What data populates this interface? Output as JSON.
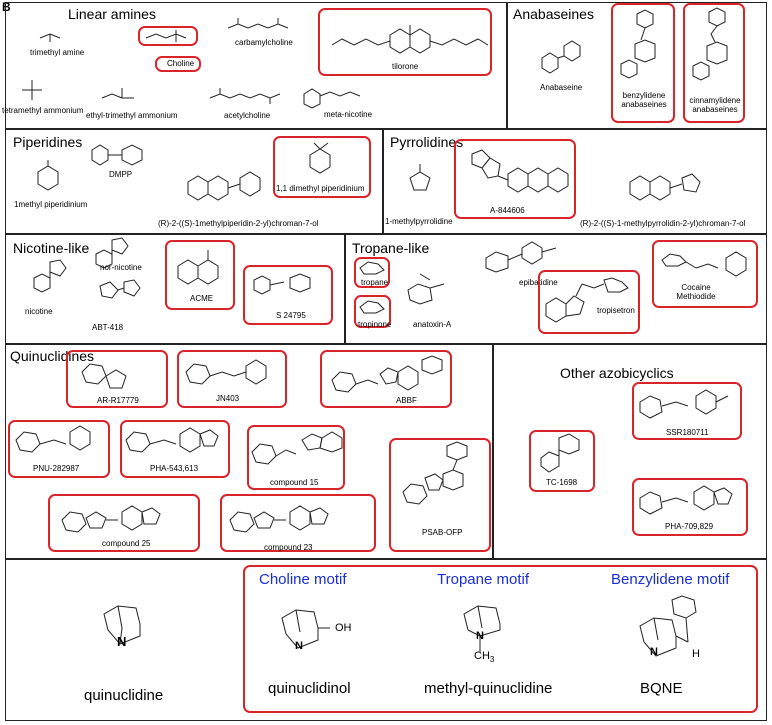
{
  "figure_label": "B",
  "sections": {
    "linear_amines": {
      "title": "Linear amines",
      "compounds": [
        "trimethyl amine",
        "Choline",
        "carbamylcholine",
        "tilorone",
        "tetramethyl ammonium",
        "ethyl-trimethyl ammonium",
        "acetylcholine",
        "meta-nicotine"
      ]
    },
    "anabaseines": {
      "title": "Anabaseines",
      "compounds": [
        "Anabaseine",
        "benzylidene anabaseines",
        "cinnamylidene anabaseines"
      ]
    },
    "piperidines": {
      "title": "Piperidines",
      "compounds": [
        "DMPP",
        "1,1 dimethyl piperidinium",
        "1methyl piperidinium",
        "(R)-2-((S)-1methylpiperidin-2-yl)chroman-7-ol"
      ]
    },
    "pyrrolidines": {
      "title": "Pyrrolidines",
      "compounds": [
        "1-methylpyrrolidine",
        "A-844606",
        "(R)-2-((S)-1-methylpyrrolidin-2-yl)chroman-7-ol"
      ]
    },
    "nicotine_like": {
      "title": "Nicotine-like",
      "compounds": [
        "nor-nicotine",
        "nicotine",
        "ABT-418",
        "ACME",
        "S 24795"
      ]
    },
    "tropane_like": {
      "title": "Tropane-like",
      "compounds": [
        "tropane",
        "tropinone",
        "anatoxin-A",
        "epibatidine",
        "tropisetron",
        "Cocaine Methiodide"
      ]
    },
    "quinuclidines": {
      "title": "Quinuclidines",
      "compounds": [
        "AR-R17779",
        "JN403",
        "ABBF",
        "PNU-282987",
        "PHA-543,613",
        "compound 15",
        "PSAB-OFP",
        "compound 25",
        "compound 23"
      ]
    },
    "other_azobicyclics": {
      "title": "Other azobicyclics",
      "compounds": [
        "SSR180711",
        "TC-1698",
        "PHA-709,829"
      ]
    },
    "bottom": {
      "quinuclidine": "quinuclidine",
      "motifs": [
        {
          "title": "Choline motif",
          "name": "quinuclidinol"
        },
        {
          "title": "Tropane motif",
          "name": "methyl-quinuclidine"
        },
        {
          "title": "Benzylidene motif",
          "name": "BQNE"
        }
      ]
    }
  },
  "atoms": {
    "oh": "OH",
    "n": "N",
    "ch3": "CH",
    "three": "3",
    "h": "H"
  },
  "colors": {
    "box_red": "#d9242a",
    "motif_blue": "#1a2fd6"
  }
}
